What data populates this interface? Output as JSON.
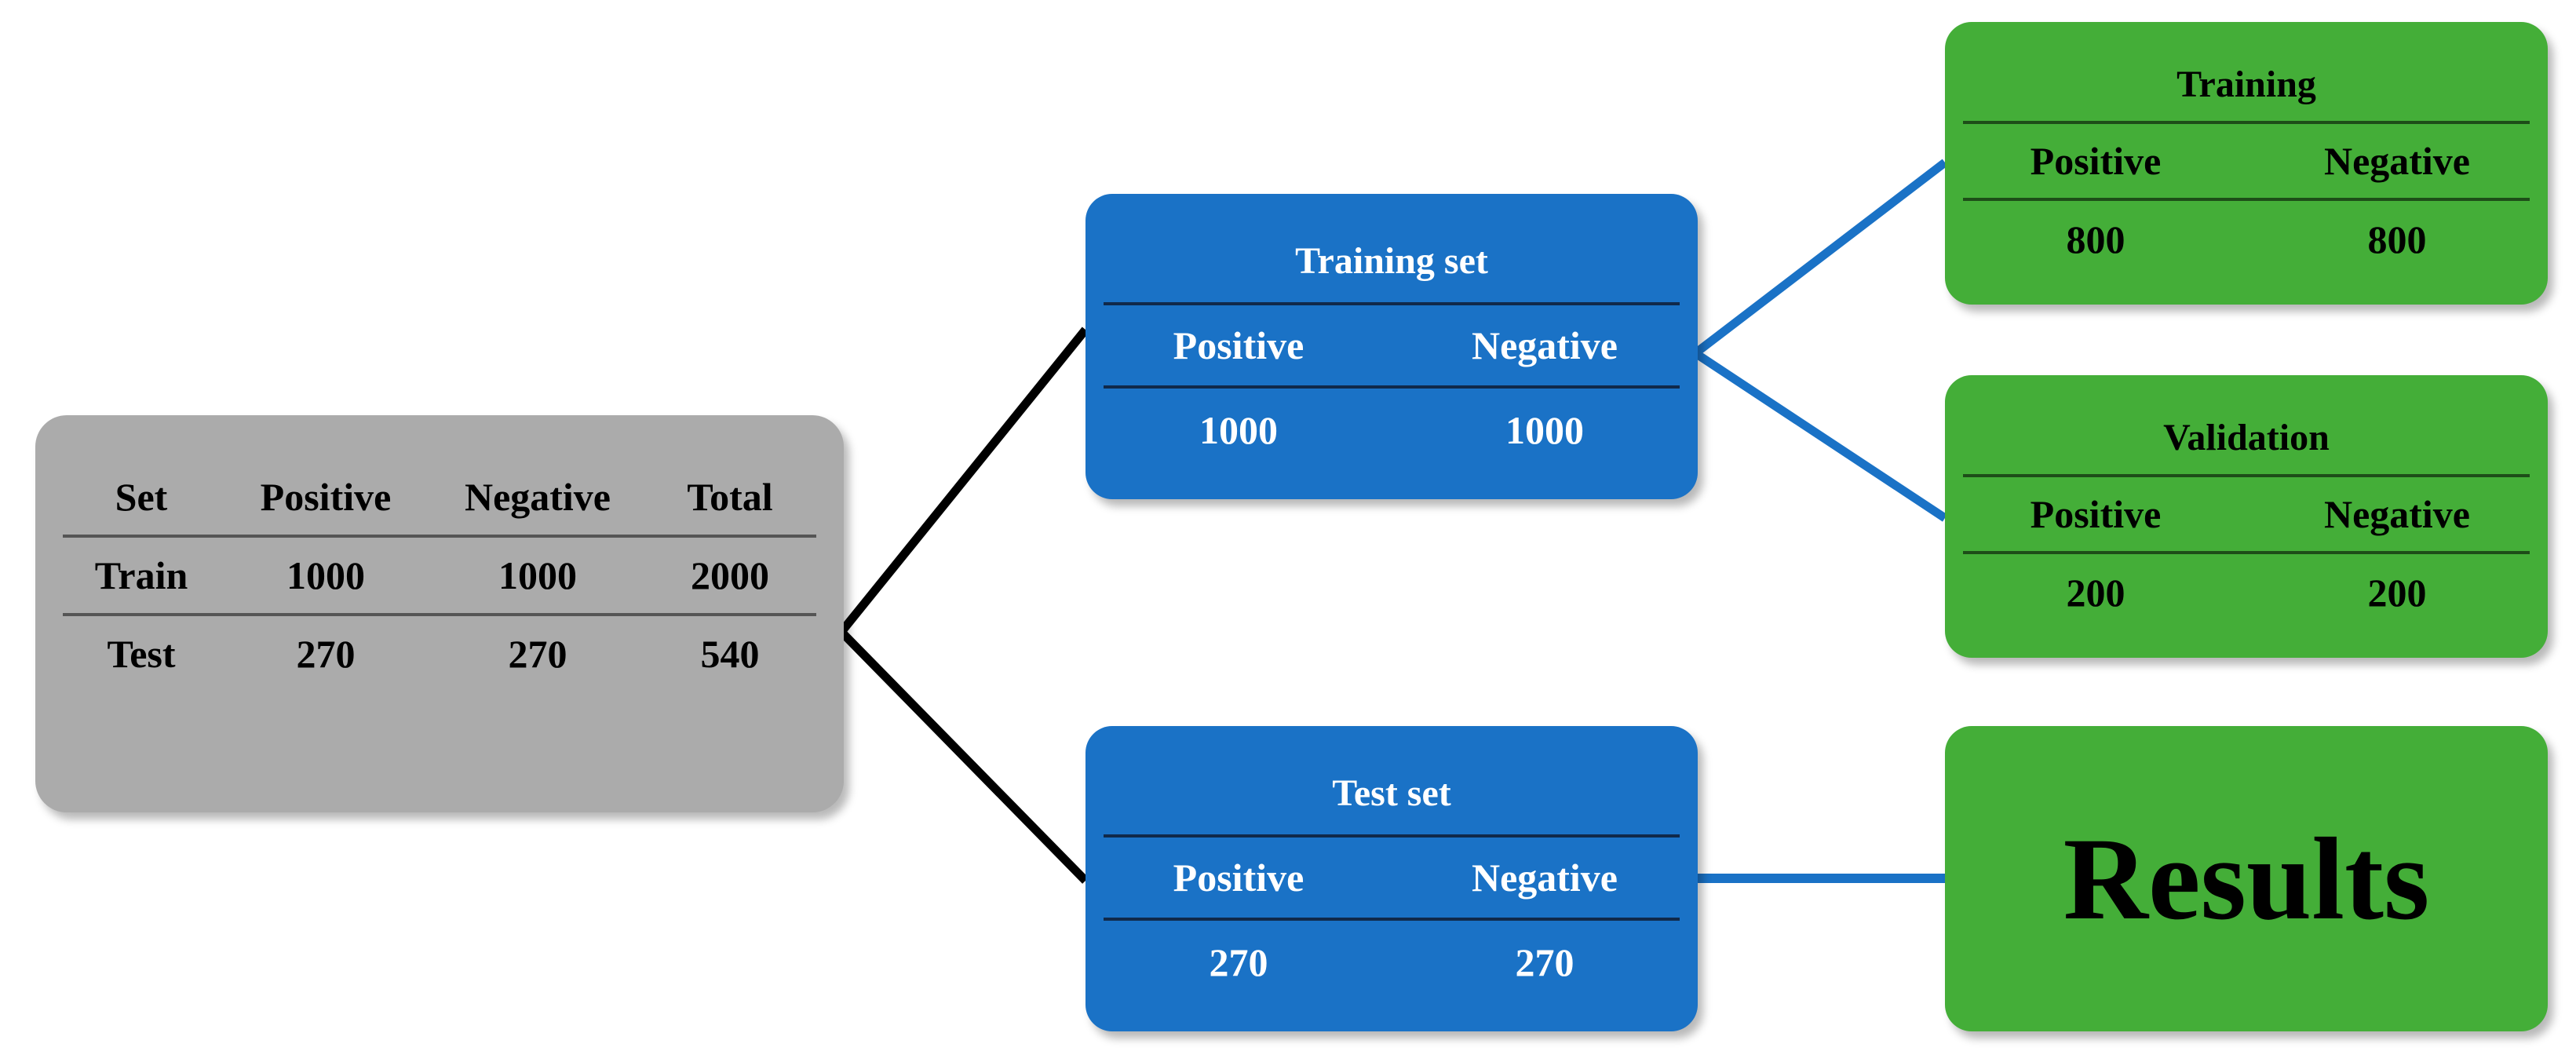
{
  "diagram": {
    "title": "Dataset split flow diagram",
    "colors": {
      "gray": "#ababab",
      "blue": "#1a72c6",
      "green": "#44ae38",
      "black_edge": "#000000",
      "blue_edge": "#1a72c6",
      "background": "#ffffff"
    }
  },
  "summary_table": {
    "headers": [
      "Set",
      "Positive",
      "Negative",
      "Total"
    ],
    "rows": [
      [
        "Train",
        "1000",
        "1000",
        "2000"
      ],
      [
        "Test",
        "270",
        "270",
        "540"
      ]
    ]
  },
  "training_set": {
    "title": "Training set",
    "headers": [
      "Positive",
      "Negative"
    ],
    "values": [
      "1000",
      "1000"
    ]
  },
  "test_set": {
    "title": "Test set",
    "headers": [
      "Positive",
      "Negative"
    ],
    "values": [
      "270",
      "270"
    ]
  },
  "training": {
    "title": "Training",
    "headers": [
      "Positive",
      "Negative"
    ],
    "values": [
      "800",
      "800"
    ]
  },
  "validation": {
    "title": "Validation",
    "headers": [
      "Positive",
      "Negative"
    ],
    "values": [
      "200",
      "200"
    ]
  },
  "results": {
    "label": "Results"
  }
}
